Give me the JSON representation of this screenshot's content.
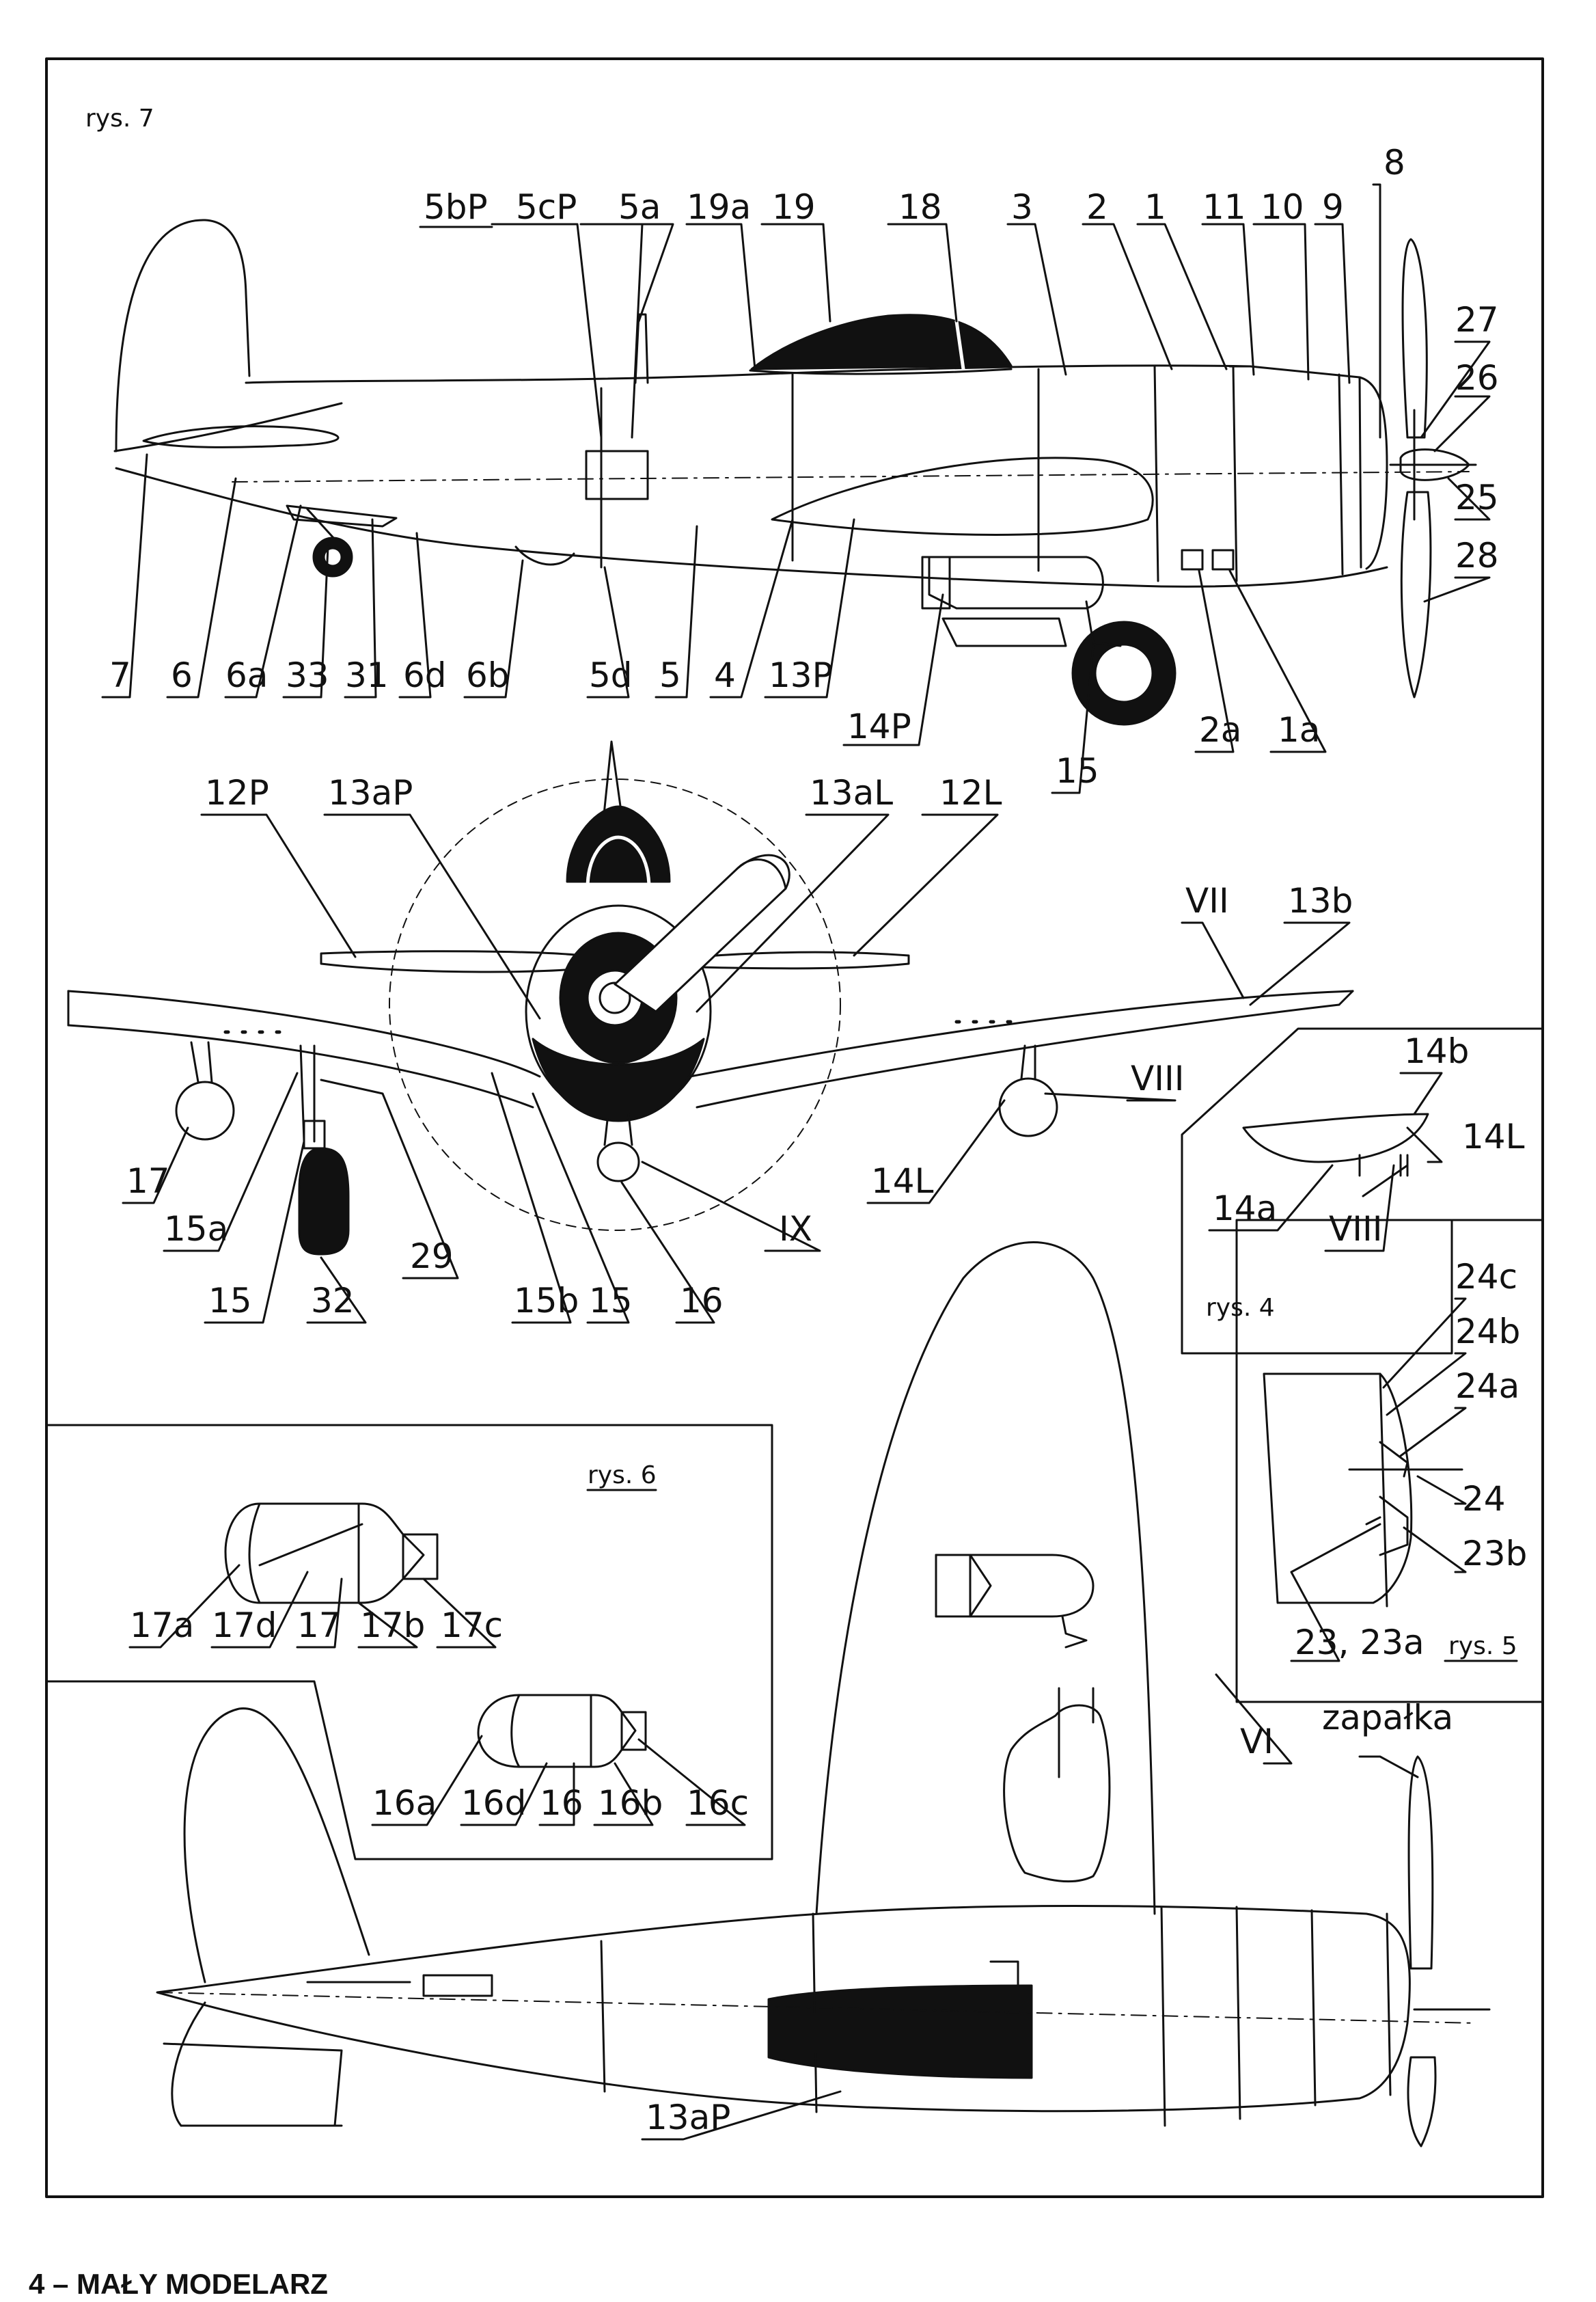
{
  "figures": {
    "main": "rys. 7",
    "wheel": "rys. 4",
    "cowl": "rys. 5",
    "bombs": "rys. 6"
  },
  "footer": "4 – MAŁY MODELARZ",
  "side_view_labels": {
    "top": [
      "5bP",
      "5cP",
      "5a",
      "19a",
      "19",
      "18",
      "3",
      "2",
      "1",
      "11",
      "10",
      "9",
      "8"
    ],
    "right": [
      "27",
      "26",
      "25",
      "28"
    ],
    "bottom": [
      "7",
      "6",
      "6a",
      "33",
      "31",
      "6d",
      "6b",
      "5d",
      "5",
      "4",
      "13P"
    ],
    "under": [
      "14P",
      "2a",
      "1a",
      "15"
    ]
  },
  "front_view_labels": {
    "top": [
      "12P",
      "13aP",
      "13aL",
      "12L",
      "VII",
      "13b",
      "VIII"
    ],
    "bottom": [
      "17",
      "15a",
      "15",
      "32",
      "29",
      "15b",
      "15",
      "16",
      "IX",
      "14L"
    ]
  },
  "wheel_labels": [
    "14b",
    "14L",
    "14a",
    "VIII"
  ],
  "cowl_labels": [
    "24c",
    "24b",
    "24a",
    "24",
    "23b",
    "23, 23a"
  ],
  "bomb_labels_large": [
    "17a",
    "17d",
    "17",
    "17b",
    "17c"
  ],
  "bomb_labels_small": [
    "16a",
    "16d",
    "16",
    "16b",
    "16c"
  ],
  "plan_view_labels": [
    "VI",
    "zapałka",
    "13aP"
  ]
}
